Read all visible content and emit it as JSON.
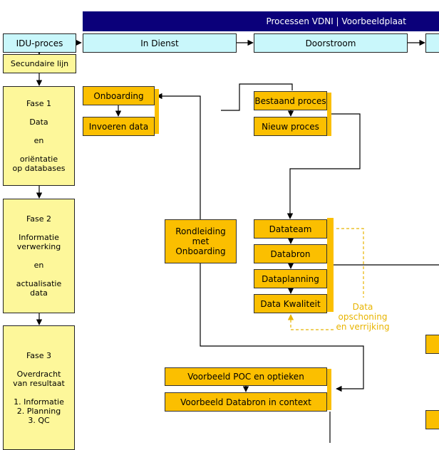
{
  "banner": {
    "title": "Processen VDNI | Voorbeeldplaat"
  },
  "lanes": {
    "idu": "IDU-proces",
    "in_dienst": "In Dienst",
    "doorstroom": "Doorstroom"
  },
  "secundaire": "Secundaire lijn",
  "phases": [
    {
      "label": "Fase 1",
      "lines": [
        "Data",
        "en",
        "oriëntatie",
        "op databases"
      ]
    },
    {
      "label": "Fase 2",
      "lines": [
        "Informatie",
        "verwerking",
        "en",
        "actualisatie",
        "data"
      ]
    },
    {
      "label": "Fase 3",
      "lines": [
        "Overdracht",
        "van resultaat",
        "1. Informatie",
        "2. Planning",
        "3. QC"
      ]
    }
  ],
  "steps": {
    "onboarding": "Onboarding",
    "invoeren": "Invoeren data",
    "bestaand": "Bestaand proces",
    "nieuw": "Nieuw proces",
    "rondleiding": [
      "Rondleiding",
      "met",
      "Onboarding"
    ],
    "datateam": "Datateam",
    "databron": "Databron",
    "dataplanning": "Dataplanning",
    "kwaliteit": "Data Kwaliteit",
    "poc": "Voorbeeld POC en optieken",
    "databron_context": "Voorbeeld Databron in context"
  },
  "annotation": [
    "Data",
    "opschoning",
    "en verrijking"
  ],
  "colors": {
    "banner": "#0b007a",
    "lane": "#c9f7fb",
    "phase": "#fdf79a",
    "step": "#fbbf00",
    "annotation": "#e8b400"
  }
}
